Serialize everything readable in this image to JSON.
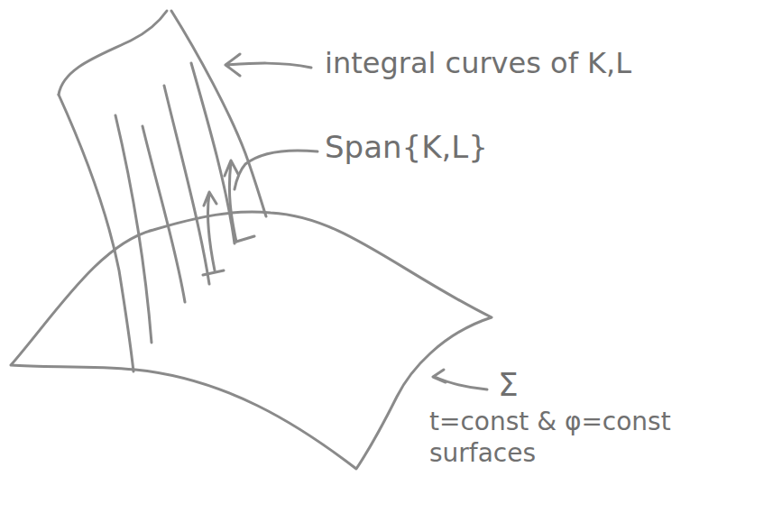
{
  "diagram": {
    "labels": [
      "integral curves of K,L",
      "Span{K,L}",
      "Σ",
      "t=const & φ=const surfaces"
    ]
  }
}
